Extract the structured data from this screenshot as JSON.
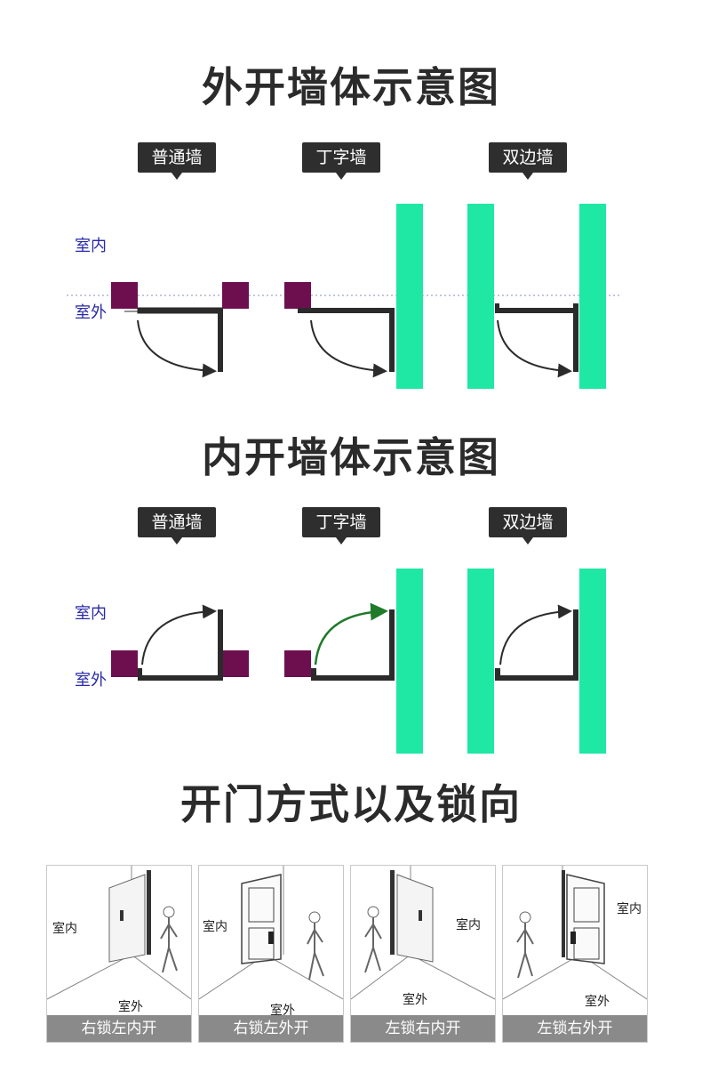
{
  "sections": {
    "outward": {
      "title": "外开墙体示意图",
      "tags": [
        "普通墙",
        "丁字墙",
        "双边墙"
      ],
      "label_inside": "室内",
      "label_outside": "室外"
    },
    "inward": {
      "title": "内开墙体示意图",
      "tags": [
        "普通墙",
        "丁字墙",
        "双边墙"
      ],
      "label_inside": "室内",
      "label_outside": "室外"
    },
    "opening": {
      "title": "开门方式以及锁向",
      "cards": [
        {
          "caption": "右锁左内开",
          "inside": "室内",
          "outside": "室外"
        },
        {
          "caption": "右锁左外开",
          "inside": "室内",
          "outside": "室外"
        },
        {
          "caption": "左锁右内开",
          "inside": "室内",
          "outside": "室外"
        },
        {
          "caption": "左锁右外开",
          "inside": "室内",
          "outside": "室外"
        }
      ]
    }
  },
  "colors": {
    "wall_green": "#1ee8a4",
    "pillar_purple": "#6d0f4f",
    "frame_dark": "#2b2b2b",
    "label_blue": "#2a2aa8",
    "caption_gray": "#8a8a8a"
  }
}
